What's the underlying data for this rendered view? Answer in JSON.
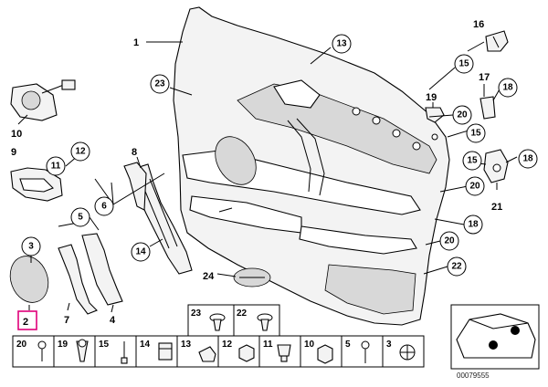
{
  "diagram": {
    "callouts": [
      {
        "id": "c13",
        "label": "13"
      },
      {
        "id": "c23",
        "label": "23"
      },
      {
        "id": "c15a",
        "label": "15"
      },
      {
        "id": "c15b",
        "label": "15"
      },
      {
        "id": "c15c",
        "label": "15"
      },
      {
        "id": "c18a",
        "label": "18"
      },
      {
        "id": "c18b",
        "label": "18"
      },
      {
        "id": "c18c",
        "label": "18"
      },
      {
        "id": "c20a",
        "label": "20"
      },
      {
        "id": "c20b",
        "label": "20"
      },
      {
        "id": "c20c",
        "label": "20"
      },
      {
        "id": "c22",
        "label": "22"
      },
      {
        "id": "c14",
        "label": "14"
      },
      {
        "id": "c11",
        "label": "11"
      },
      {
        "id": "c12",
        "label": "12"
      },
      {
        "id": "c6",
        "label": "6"
      },
      {
        "id": "c5",
        "label": "5"
      },
      {
        "id": "c3",
        "label": "3"
      }
    ],
    "labels": [
      {
        "id": "l1",
        "label": "1"
      },
      {
        "id": "l16",
        "label": "16"
      },
      {
        "id": "l17",
        "label": "17"
      },
      {
        "id": "l19",
        "label": "19"
      },
      {
        "id": "l21",
        "label": "21"
      },
      {
        "id": "l10",
        "label": "10"
      },
      {
        "id": "l9",
        "label": "9"
      },
      {
        "id": "l8",
        "label": "8"
      },
      {
        "id": "l24",
        "label": "24"
      },
      {
        "id": "l7",
        "label": "7"
      },
      {
        "id": "l4",
        "label": "4"
      },
      {
        "id": "l2",
        "label": "2"
      }
    ],
    "parts_table": {
      "upper": [
        "23",
        "22"
      ],
      "lower": [
        "20",
        "19",
        "15",
        "14",
        "13",
        "12",
        "11",
        "10",
        "5",
        "3"
      ]
    },
    "reference_number": "00079555"
  }
}
